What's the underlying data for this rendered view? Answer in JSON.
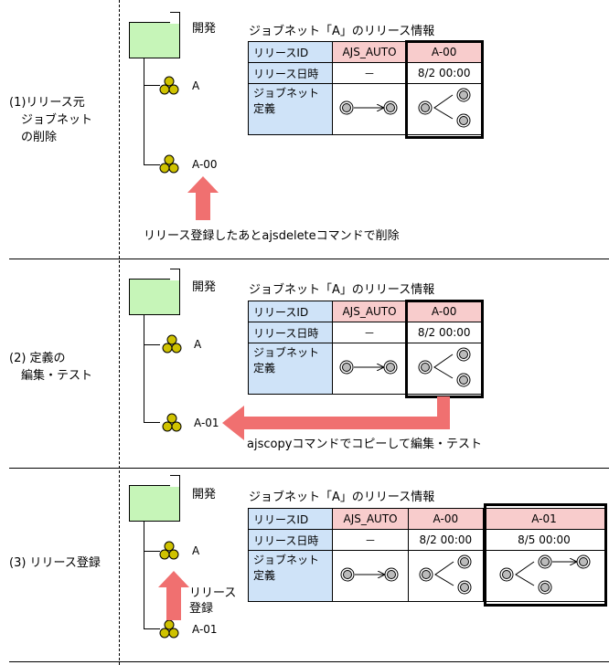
{
  "sections": [
    {
      "step_label": "(1)リリース元\n　ジョブネット\n　の削除",
      "root_label": "開発",
      "node_labels": [
        "A",
        "A-00"
      ],
      "table_title": "ジョブネット「A」のリリース情報",
      "rows": [
        {
          "label": "リリースID",
          "values": [
            "AJS_AUTO",
            "A-00"
          ]
        },
        {
          "label": "リリース日時",
          "values": [
            "－",
            "8/2 00:00"
          ]
        },
        {
          "label": "ジョブネット\n定義",
          "values": [
            "",
            ""
          ]
        }
      ],
      "caption": "リリース登録したあとajsdeleteコマンドで削除"
    },
    {
      "step_label": "(2) 定義の\n　編集・テスト",
      "root_label": "開発",
      "node_labels": [
        "A",
        "A-01"
      ],
      "table_title": "ジョブネット「A」のリリース情報",
      "rows": [
        {
          "label": "リリースID",
          "values": [
            "AJS_AUTO",
            "A-00"
          ]
        },
        {
          "label": "リリース日時",
          "values": [
            "－",
            "8/2 00:00"
          ]
        },
        {
          "label": "ジョブネット\n定義",
          "values": [
            "",
            ""
          ]
        }
      ],
      "caption": "ajscopyコマンドでコピーして編集・テスト"
    },
    {
      "step_label": "(3) リリース登録",
      "root_label": "開発",
      "node_labels": [
        "A",
        "A-01"
      ],
      "table_title": "ジョブネット「A」のリリース情報",
      "rows": [
        {
          "label": "リリースID",
          "values": [
            "AJS_AUTO",
            "A-00",
            "A-01"
          ]
        },
        {
          "label": "リリース日時",
          "values": [
            "－",
            "8/2 00:00",
            "8/5 00:00"
          ]
        },
        {
          "label": "ジョブネット\n定義",
          "values": [
            "",
            "",
            ""
          ]
        }
      ],
      "caption": "リリース\n登録"
    }
  ],
  "colors": {
    "folder": "#c6f5b8",
    "header_cell": "#cfe3f8",
    "release_cell": "#f8cccc",
    "arrow": "#f07070",
    "jobnet_icon": "#cfc200"
  }
}
